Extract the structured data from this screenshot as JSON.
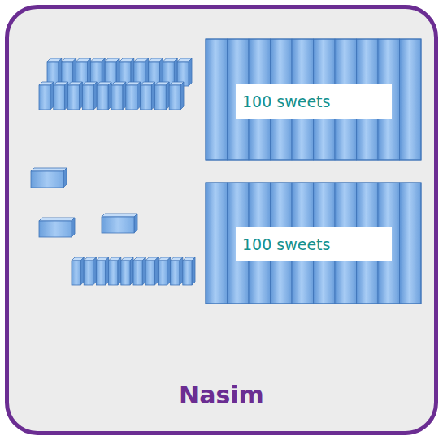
{
  "diagram": {
    "nodes": [
      {
        "text": [
          "Nasim"
        ]
      },
      {
        "text": [
          "100 sweets"
        ],
        "in": 0
      },
      {
        "text": [
          "100 sweets"
        ],
        "in": 0
      }
    ]
  }
}
